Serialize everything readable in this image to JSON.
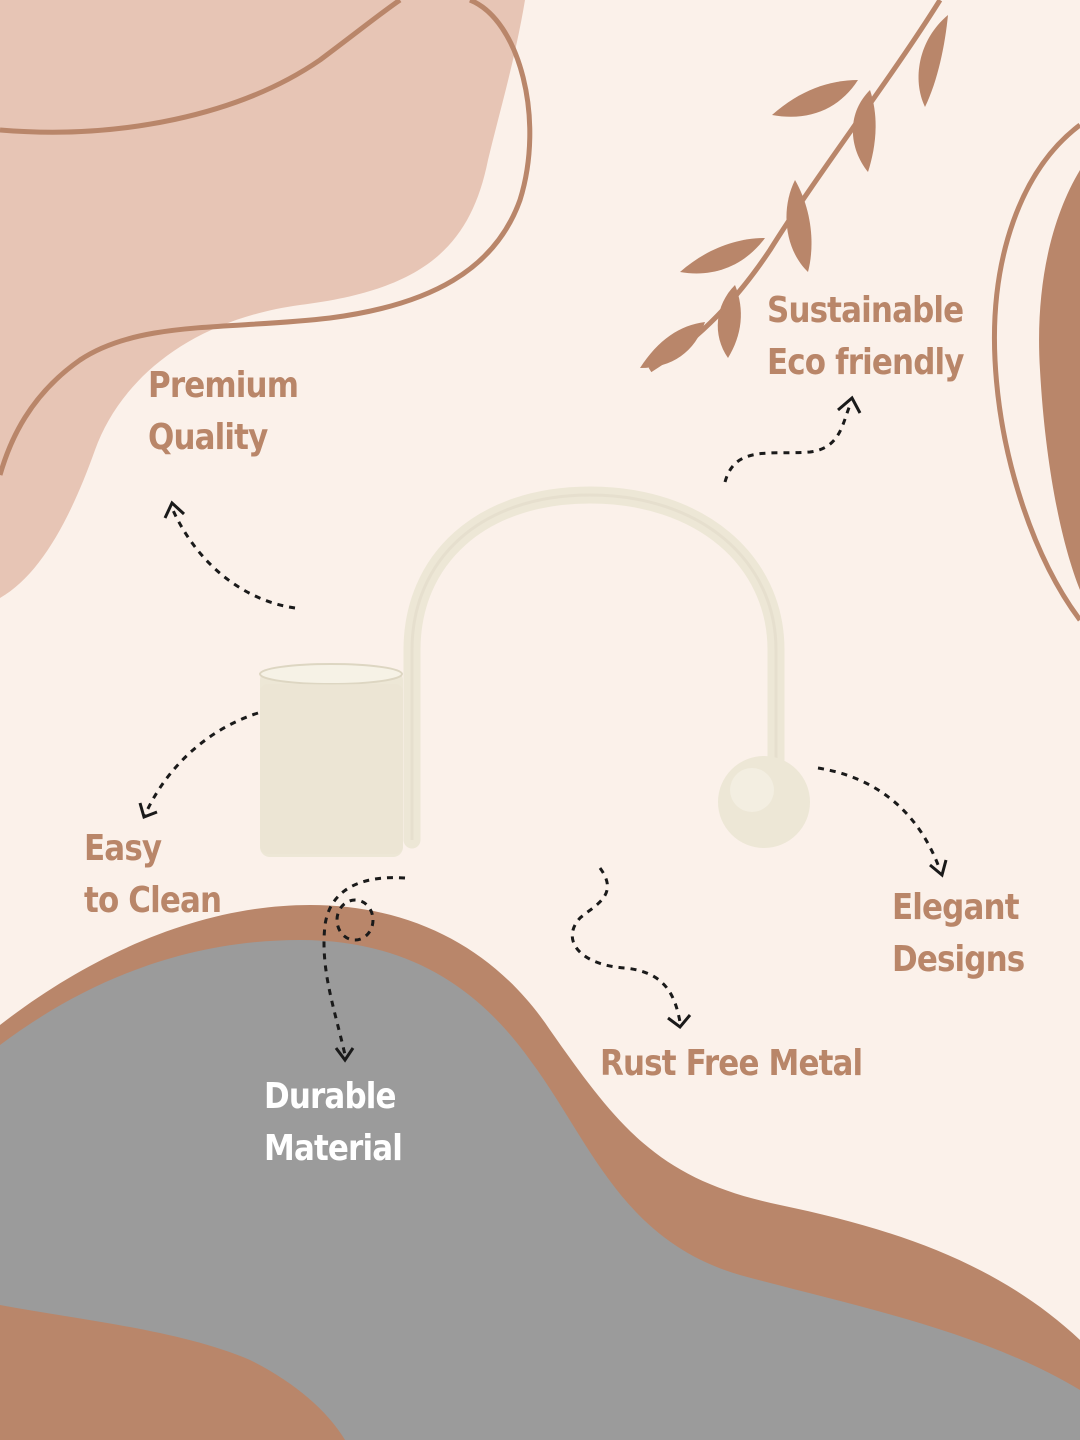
{
  "colors": {
    "background": "#fbf1ea",
    "blush_shape": "#e7c5b5",
    "accent_brown": "#b9866a",
    "grey_shape": "#9b9b9b",
    "product_cream": "#ede7d6",
    "text_accent": "#b98669",
    "text_light": "#ffffff",
    "arrow": "#1a1a1a"
  },
  "product": {
    "icon": "candle-holder-icon"
  },
  "features": {
    "premium": {
      "line1": "Premium",
      "line2": "Quality"
    },
    "sustain": {
      "line1": "Sustainable",
      "line2": "Eco friendly"
    },
    "easy": {
      "line1": "Easy",
      "line2": "to Clean"
    },
    "elegant": {
      "line1": "Elegant",
      "line2": "Designs"
    },
    "rust": {
      "line1": "Rust Free Metal"
    },
    "durable": {
      "line1": "Durable",
      "line2": "Material"
    }
  }
}
